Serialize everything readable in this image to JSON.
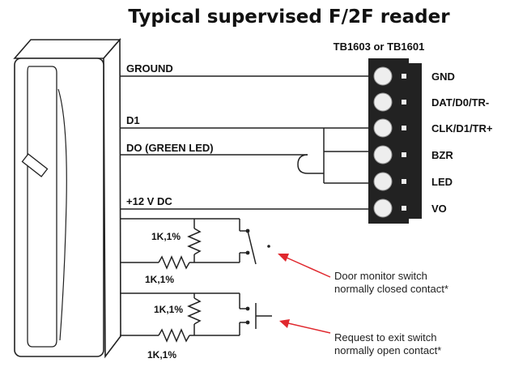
{
  "title": "Typical supervised F/2F reader",
  "block_label": "TB1603 or TB1601",
  "wires": [
    "GROUND",
    "D1",
    "DO (GREEN LED)",
    "+12 V DC"
  ],
  "terminals": [
    "GND",
    "DAT/D0/TR-",
    "CLK/D1/TR+",
    "BZR",
    "LED",
    "VO"
  ],
  "resistors": [
    "1K,1%",
    "1K,1%",
    "1K,1%",
    "1K,1%"
  ],
  "notes": [
    {
      "line1": "Door monitor switch",
      "line2": "normally closed contact*"
    },
    {
      "line1": "Request to exit switch",
      "line2": "normally open contact*"
    }
  ],
  "colors": {
    "arrow": "#e0282e",
    "terminal_block": "#222222",
    "wire": "#222222"
  }
}
